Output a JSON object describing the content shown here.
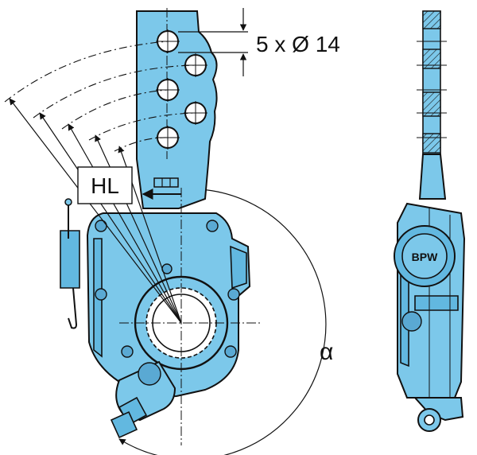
{
  "labels": {
    "holes_spec": "5 x Ø 14",
    "hl": "HL",
    "angle": "α",
    "logo": "BPW"
  },
  "colors": {
    "part_fill": "#7cc8ea",
    "part_fill_dark": "#62b8e0",
    "line": "#111111"
  }
}
